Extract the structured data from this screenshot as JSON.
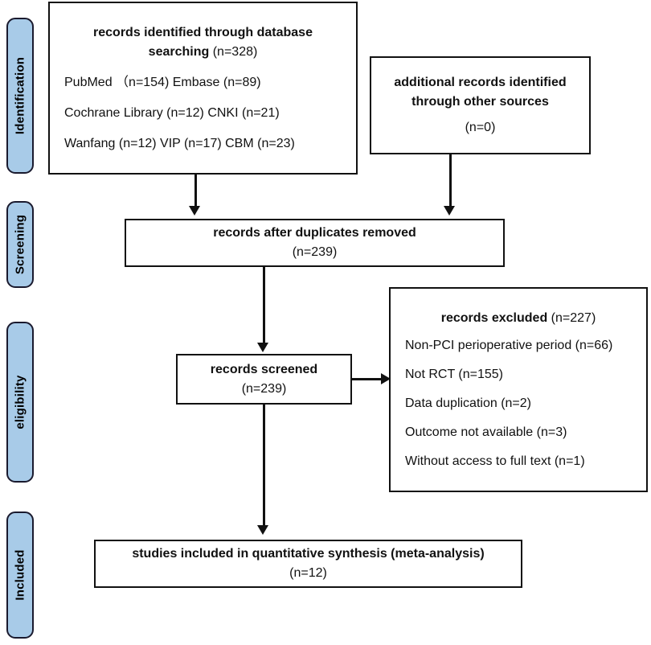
{
  "diagram": {
    "type": "prisma-flow-diagram",
    "stages": [
      {
        "id": "identification",
        "label": "Identification"
      },
      {
        "id": "screening",
        "label": "Screening"
      },
      {
        "id": "eligibility",
        "label": "eligibility"
      },
      {
        "id": "included",
        "label": "Included"
      }
    ],
    "boxes": {
      "database_searching": {
        "title_bold": "records identified through database searching",
        "title_count": "(n=328)",
        "sources": [
          "PubMed （n=154)   Embase (n=89)",
          "Cochrane Library (n=12)   CNKI (n=21)",
          "Wanfang (n=12)   VIP (n=17)   CBM (n=23)"
        ]
      },
      "other_sources": {
        "line1": "additional records identified",
        "line2": "through other sources",
        "count": "(n=0)"
      },
      "duplicates_removed": {
        "title": "records after duplicates removed",
        "count": "(n=239)"
      },
      "records_screened": {
        "title": "records screened",
        "count": "(n=239)"
      },
      "records_excluded": {
        "title_bold": "records excluded",
        "title_count": "(n=227)",
        "reasons": [
          "Non-PCI perioperative period (n=66)",
          "Not RCT (n=155)",
          "Data duplication (n=2)",
          "Outcome not available (n=3)",
          "Without access to full text (n=1)"
        ]
      },
      "studies_included": {
        "title": "studies included in quantitative synthesis (meta-analysis)",
        "count": "(n=12)"
      }
    },
    "colors": {
      "stage_fill": "#a8cbe8",
      "stage_border": "#1a1a2e",
      "box_border": "#111111",
      "background": "#ffffff"
    }
  }
}
